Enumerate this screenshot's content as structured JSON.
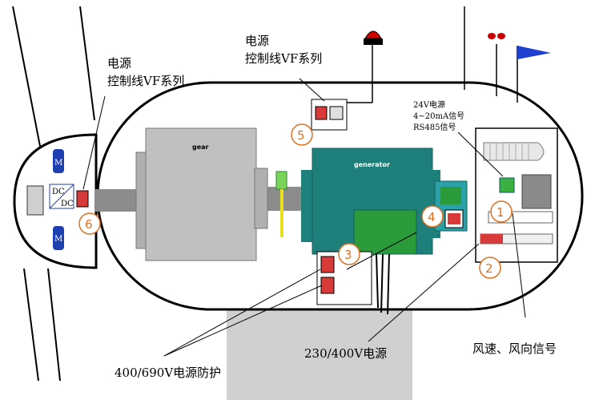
{
  "labels": {
    "top_left_l1": "电源",
    "top_left_l2": "控制线VF系列",
    "top_mid_l1": "电源",
    "top_mid_l2": "控制线VF系列",
    "cabinet_l1": "24V电源",
    "cabinet_l2": "4~20mA信号",
    "cabinet_l3": "RS485信号",
    "bottom_left": "400/690V电源防护",
    "bottom_mid": "230/400V电源",
    "bottom_right": "风速、风向信号",
    "gear": "gear",
    "generator": "generator",
    "dc_top": "DC",
    "dc_bottom": "DC",
    "motor_top": "M",
    "motor_bottom": "M"
  },
  "markers": [
    "1",
    "2",
    "3",
    "4",
    "5",
    "6"
  ],
  "colors": {
    "generator": "#1f7f7a",
    "generator_panel": "#2a9a3a",
    "gear": "#c0c0c0",
    "marker": "#e07020",
    "flag": "#1f3fd0",
    "beacon": "#cc0000",
    "motor": "#1e3fb0"
  }
}
